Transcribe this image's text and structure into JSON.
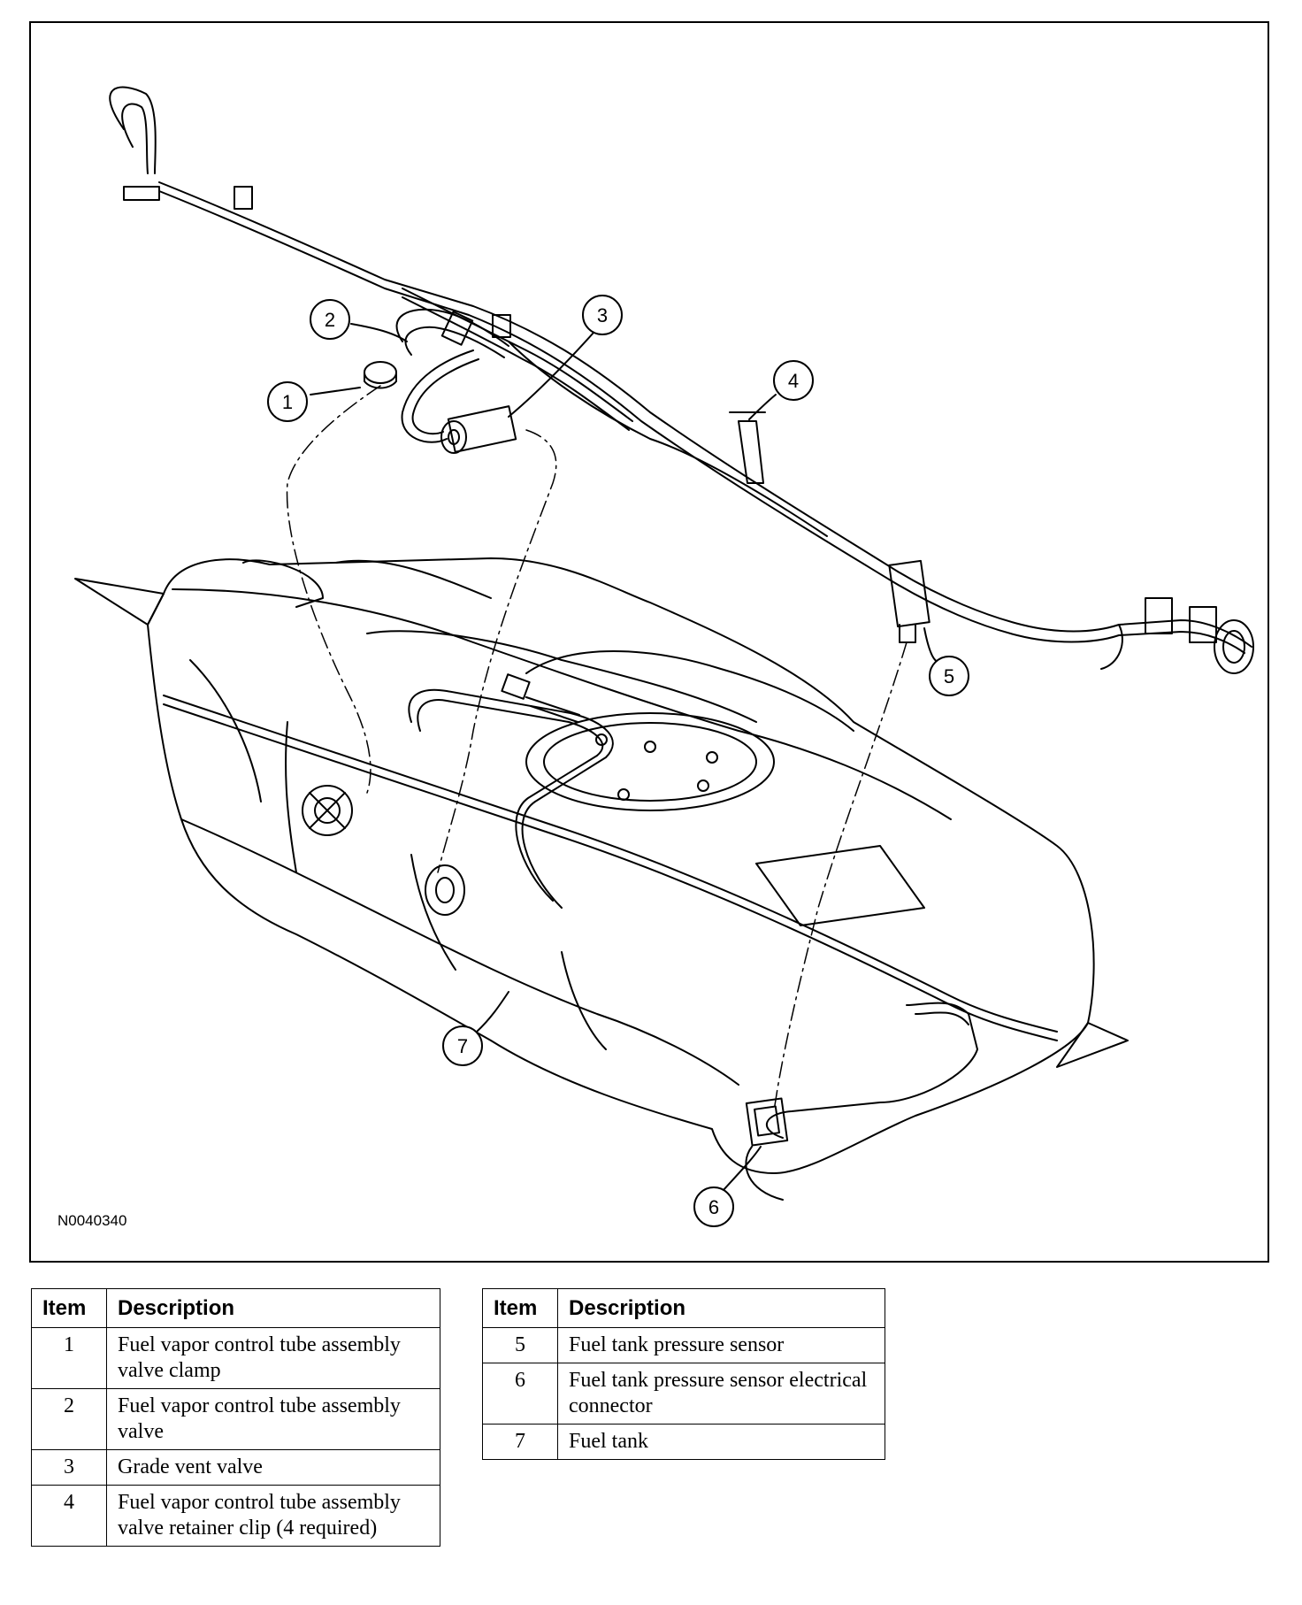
{
  "figure": {
    "id": "N0040340",
    "callouts": [
      "1",
      "2",
      "3",
      "4",
      "5",
      "6",
      "7"
    ]
  },
  "table_left": {
    "headers": [
      "Item",
      "Description"
    ],
    "rows": [
      {
        "item": "1",
        "desc": "Fuel vapor control tube assembly valve clamp"
      },
      {
        "item": "2",
        "desc": "Fuel vapor control tube assembly valve"
      },
      {
        "item": "3",
        "desc": "Grade vent valve"
      },
      {
        "item": "4",
        "desc": "Fuel vapor control tube assembly valve retainer clip (4 required)"
      }
    ]
  },
  "table_right": {
    "headers": [
      "Item",
      "Description"
    ],
    "rows": [
      {
        "item": "5",
        "desc": "Fuel tank pressure sensor"
      },
      {
        "item": "6",
        "desc": "Fuel tank pressure sensor electrical connector"
      },
      {
        "item": "7",
        "desc": "Fuel tank"
      }
    ]
  }
}
